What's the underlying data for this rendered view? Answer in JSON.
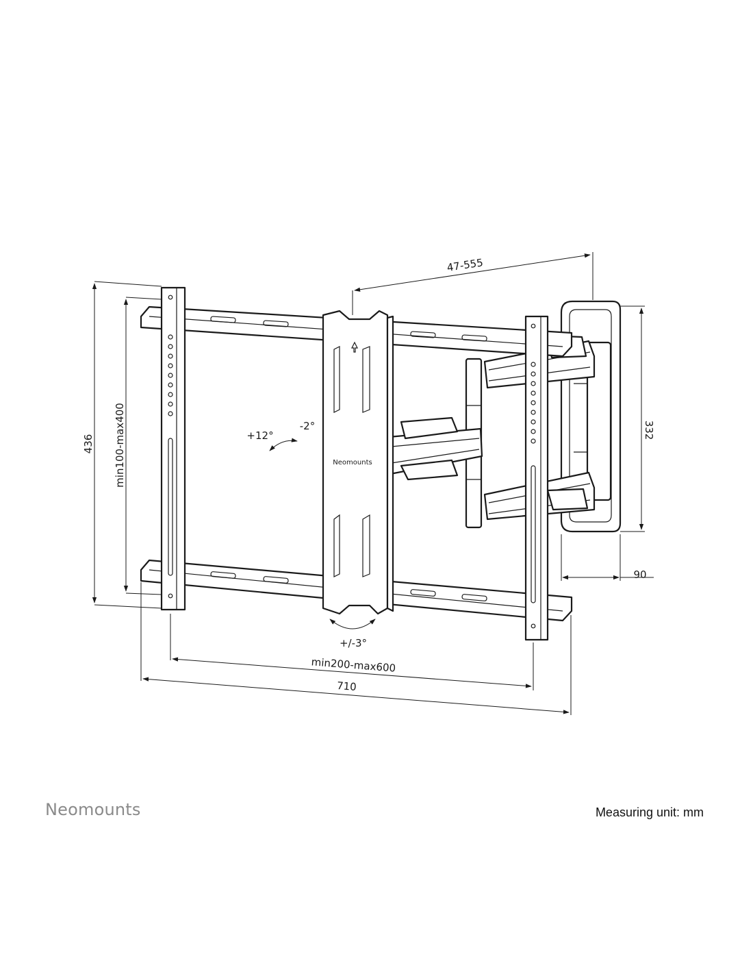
{
  "dimensions": {
    "extension": "47-555",
    "total_height": "436",
    "vesa_height": "min100-max400",
    "tilt_up": "+12°",
    "tilt_down": "-2°",
    "wall_plate_height": "332",
    "wall_depth": "90",
    "rotation": "+/-3°",
    "vesa_width": "min200-max600",
    "total_width": "710"
  },
  "plate_logo": "Neomounts",
  "footer": {
    "brand": "Neomounts",
    "measuring_unit": "Measuring unit: mm"
  }
}
